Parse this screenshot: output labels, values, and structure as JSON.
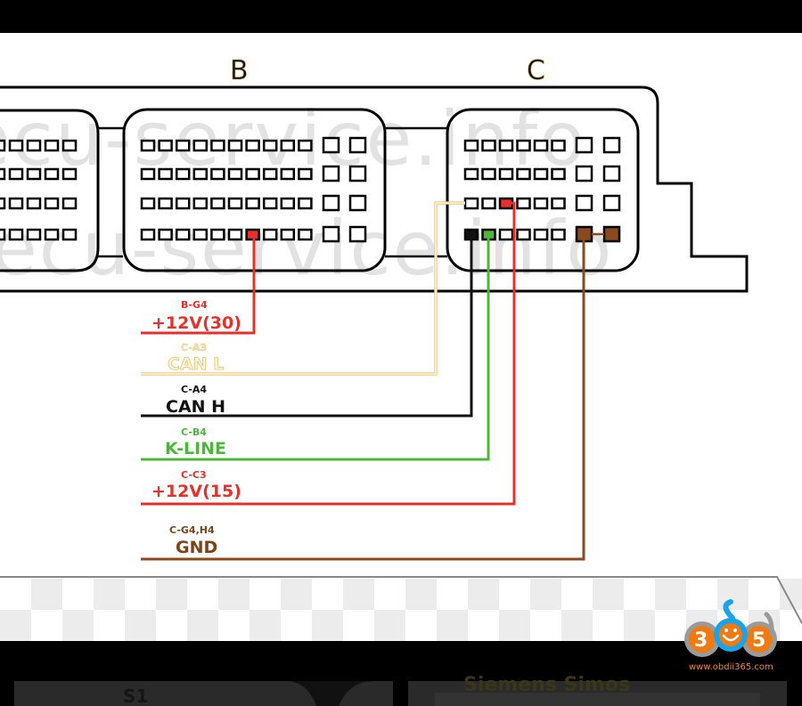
{
  "diagram": {
    "connectors": [
      {
        "id": "B",
        "label": "B"
      },
      {
        "id": "C",
        "label": "C"
      }
    ],
    "watermark": "ecu-service.info",
    "signals": [
      {
        "pin": "B-G4",
        "name": "+12V(30)",
        "color": "#e8302a",
        "text_color": "#e8302a"
      },
      {
        "pin": "C-A3",
        "name": "CAN L",
        "color": "#f5d9a0",
        "text_color": "#f7e2b8"
      },
      {
        "pin": "C-A4",
        "name": "CAN H",
        "color": "#111111",
        "text_color": "#111111"
      },
      {
        "pin": "C-B4",
        "name": "K-LINE",
        "color": "#4cb83a",
        "text_color": "#4cb83a"
      },
      {
        "pin": "C-C3",
        "name": "+12V(15)",
        "color": "#e8302a",
        "text_color": "#e8302a"
      },
      {
        "pin": "C-G4,H4",
        "name": "GND",
        "color": "#8a4a1e",
        "text_color": "#7a4418"
      }
    ],
    "logo": {
      "digits": [
        "3",
        "6",
        "5"
      ],
      "url": "www.obdii365.com",
      "orange": "#f07a12",
      "blue": "#1aa3e8",
      "gray": "#9a9a9a"
    },
    "bottom_preview": {
      "left_label": "S1",
      "right_label": "Siemens Simos"
    }
  }
}
